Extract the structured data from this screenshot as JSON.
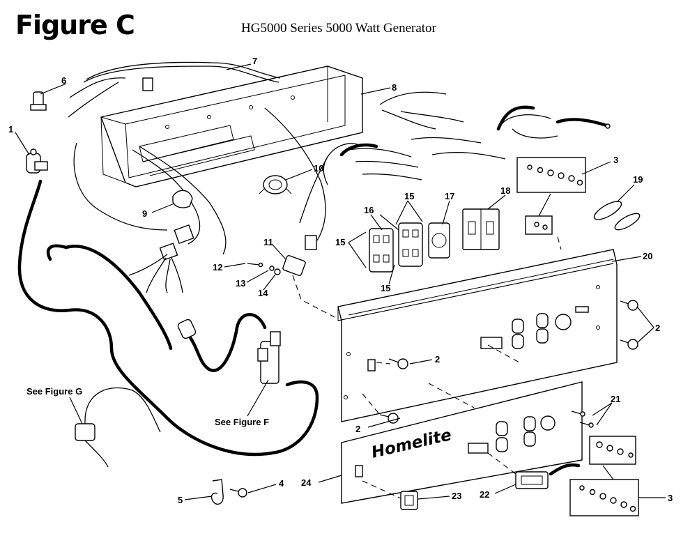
{
  "header": {
    "figure_title": "Figure C",
    "subtitle": "HG5000 Series 5000 Watt Generator"
  },
  "brand": "Homelite",
  "references": {
    "figure_g": "See Figure G",
    "figure_f": "See Figure F"
  },
  "callouts": {
    "c1": "1",
    "c2a": "2",
    "c2b": "2",
    "c2c": "2",
    "c3a": "3",
    "c3b": "3",
    "c4": "4",
    "c5": "5",
    "c6": "6",
    "c7": "7",
    "c8": "8",
    "c9": "9",
    "c10": "10",
    "c11": "11",
    "c12": "12",
    "c13": "13",
    "c14": "14",
    "c15a": "15",
    "c15b": "15",
    "c15c": "15",
    "c16": "16",
    "c17": "17",
    "c18": "18",
    "c19": "19",
    "c20": "20",
    "c21": "21",
    "c22": "22",
    "c23": "23",
    "c24": "24"
  }
}
